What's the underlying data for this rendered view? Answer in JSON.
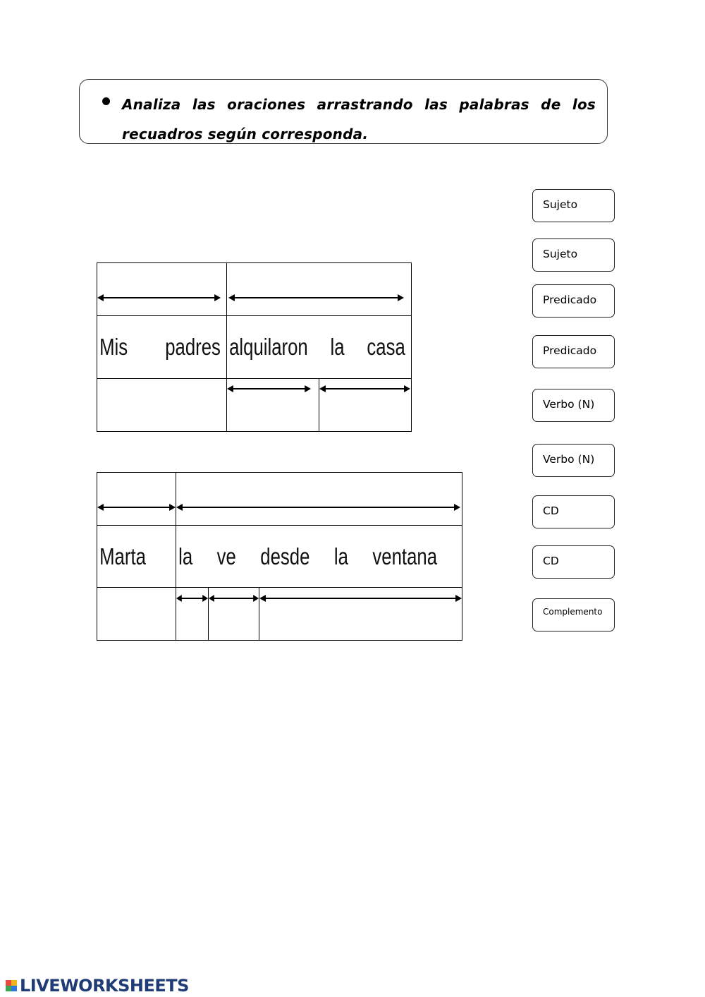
{
  "instructions": {
    "text": "Analiza las oraciones arrastrando las palabras de los recuadros según corresponda."
  },
  "sentence1": {
    "words": [
      "Mis",
      "padres",
      "alquilaron",
      "la",
      "casa"
    ]
  },
  "sentence2": {
    "words": [
      "Marta",
      "la",
      "ve",
      "desde",
      "la",
      "ventana"
    ]
  },
  "chips": [
    "Sujeto",
    "Sujeto",
    "Predicado",
    "Predicado",
    "Verbo (N)",
    "Verbo (N)",
    "CD",
    "CD",
    "Complemento"
  ],
  "footer": {
    "brand": "LIVEWORKSHEETS",
    "logo_colors": [
      "#e94b3c",
      "#f3b41b",
      "#3aa757",
      "#2d7ad6"
    ]
  }
}
